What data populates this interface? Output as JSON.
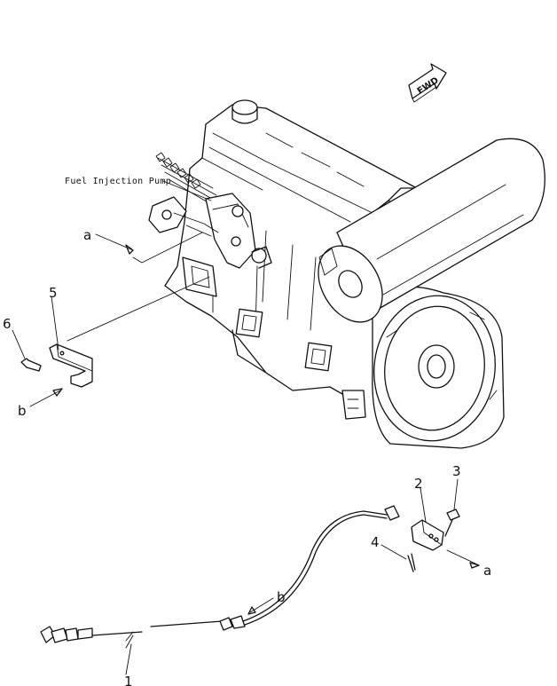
{
  "diagram": {
    "direction_tag": "FWD",
    "component_label": "Fuel Injection Pump",
    "callouts": {
      "a": "a",
      "b": "b",
      "p1": "1",
      "p2": "2",
      "p3": "3",
      "p4": "4",
      "p5": "5",
      "p6": "6"
    }
  }
}
